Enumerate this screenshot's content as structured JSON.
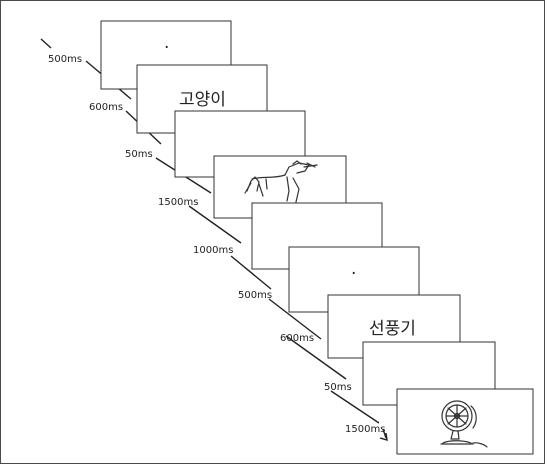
{
  "title": "",
  "durations": [
    "500ms",
    "600ms",
    "50ms",
    "1500ms",
    "1000ms",
    "500ms",
    "600ms",
    "50ms",
    "1500ms"
  ],
  "frames": [
    {
      "content": "fixation",
      "text": "·"
    },
    {
      "content": "word",
      "text": "고양이"
    },
    {
      "content": "blank",
      "text": ""
    },
    {
      "content": "picture",
      "picture": "horse-drawing"
    },
    {
      "content": "blank",
      "text": ""
    },
    {
      "content": "fixation",
      "text": "·"
    },
    {
      "content": "word",
      "text": "선풍기"
    },
    {
      "content": "blank",
      "text": ""
    },
    {
      "content": "picture",
      "picture": "fan-drawing"
    }
  ]
}
